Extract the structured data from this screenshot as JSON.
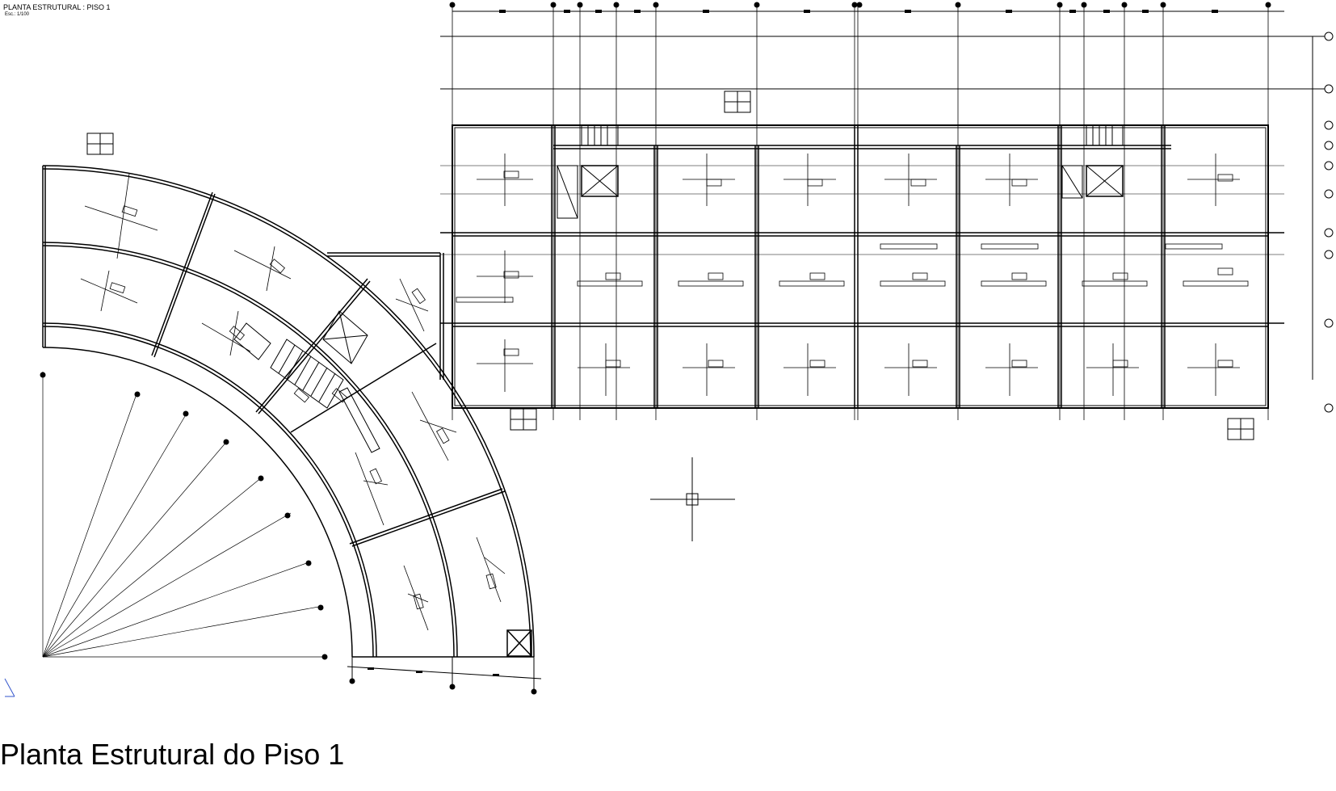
{
  "drawing": {
    "header_title": "PLANTA ESTRUTURAL : PISO 1",
    "header_scale": "Esc.: 1/100",
    "caption": "Planta Estrutural do Piso 1"
  }
}
